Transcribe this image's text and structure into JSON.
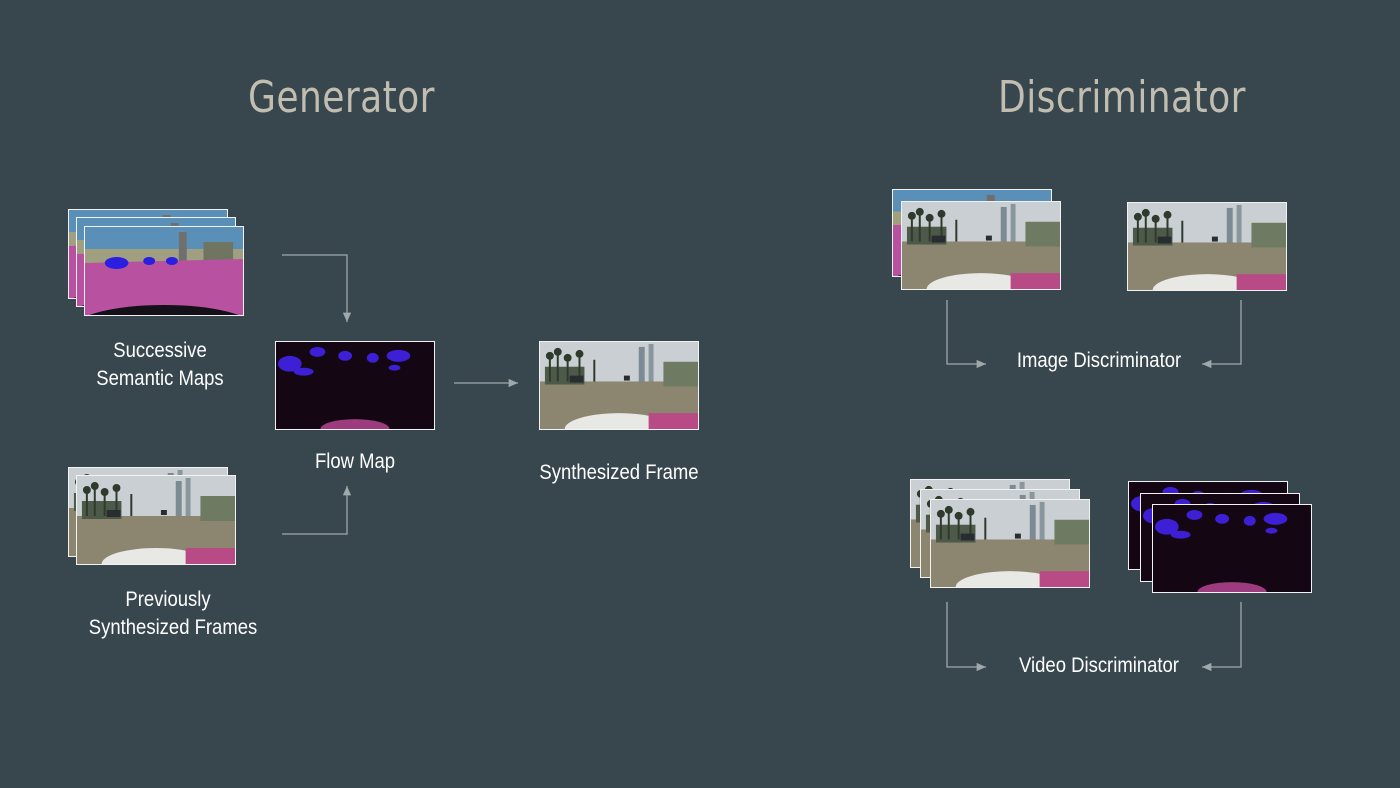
{
  "titles": {
    "generator": "Generator",
    "discriminator": "Discriminator"
  },
  "labels": {
    "successive_semantic_maps": [
      "Successive",
      "Semantic Maps"
    ],
    "previously_synthesized_frames": [
      "Previously",
      "Synthesized Frames"
    ],
    "flow_map": "Flow Map",
    "synthesized_frame": "Synthesized Frame",
    "image_discriminator": "Image Discriminator",
    "video_discriminator": "Video Discriminator"
  },
  "colors": {
    "background": "#37474d",
    "title": "#c2bdb1",
    "label": "#ffffff",
    "arrow": "#9fa8ab"
  }
}
